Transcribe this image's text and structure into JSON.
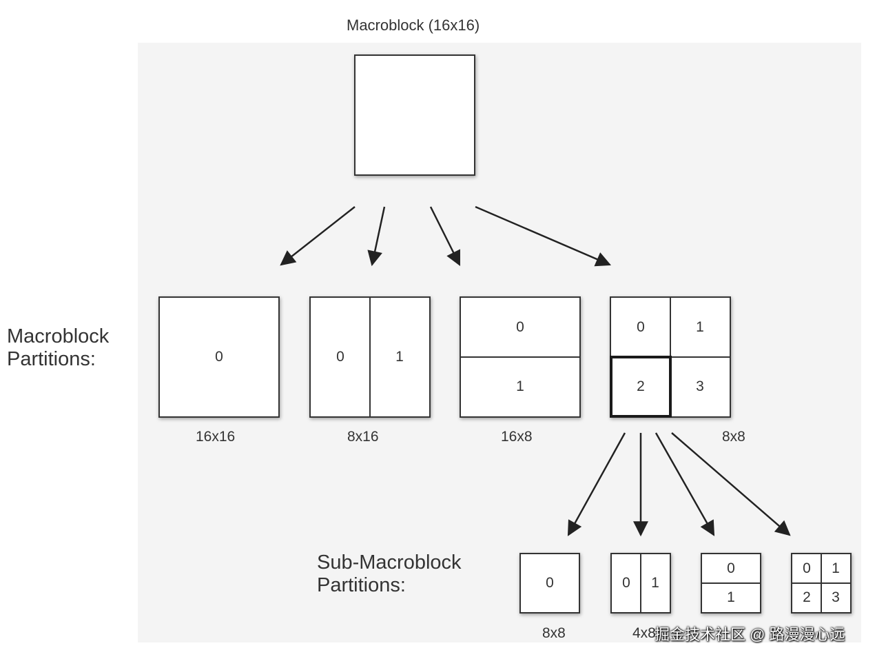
{
  "title": "Macroblock (16x16)",
  "sections": {
    "macroblock_partitions": [
      "Macroblock",
      "Partitions:"
    ],
    "sub_macroblock_partitions": [
      "Sub-Macroblock",
      "Partitions:"
    ]
  },
  "macroblock_partitions": [
    {
      "caption": "16x16",
      "cells": [
        "0"
      ]
    },
    {
      "caption": "8x16",
      "cells": [
        "0",
        "1"
      ]
    },
    {
      "caption": "16x8",
      "cells": [
        "0",
        "1"
      ]
    },
    {
      "caption": "8x8",
      "cells": [
        "0",
        "1",
        "2",
        "3"
      ]
    }
  ],
  "sub_macroblock_partitions": [
    {
      "caption": "8x8",
      "cells": [
        "0"
      ]
    },
    {
      "caption": "4x8",
      "cells": [
        "0",
        "1"
      ]
    },
    {
      "cells": [
        "0",
        "1"
      ]
    },
    {
      "cells": [
        "0",
        "1",
        "2",
        "3"
      ]
    }
  ],
  "watermark": "掘金技术社区 @ 路漫漫心远"
}
